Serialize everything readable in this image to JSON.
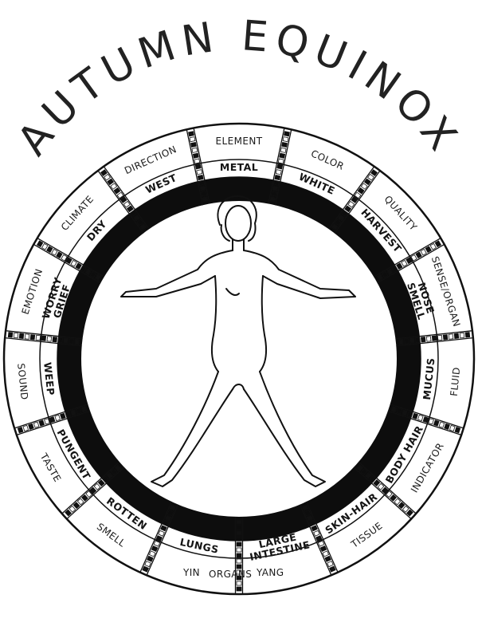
{
  "title": "AUTUMN EQUINOX",
  "center_labels": [
    "YIN",
    "ORGANS",
    "YANG"
  ],
  "segments": [
    {
      "label": "ELEMENT",
      "value": "METAL"
    },
    {
      "label": "COLOR",
      "value": "WHITE"
    },
    {
      "label": "QUALITY",
      "value": "HARVEST"
    },
    {
      "label": "SENSE/ORGAN",
      "value": [
        "NOSE",
        "SMELL"
      ]
    },
    {
      "label": "FLUID",
      "value": "MUCUS"
    },
    {
      "label": "INDICATOR",
      "value": "BODY HAIR"
    },
    {
      "label": "TISSUE",
      "value": "SKIN-HAIR"
    },
    {
      "label": "",
      "value": [
        "LARGE",
        "INTESTINE"
      ]
    },
    {
      "label": "",
      "value": "LUNGS"
    },
    {
      "label": "SMELL",
      "value": "ROTTEN"
    },
    {
      "label": "TASTE",
      "value": "PUNGENT"
    },
    {
      "label": "SOUND",
      "value": "WEEP"
    },
    {
      "label": "EMOTION",
      "value": [
        "WORRY",
        "GRIEF"
      ]
    },
    {
      "label": "CLIMATE",
      "value": "DRY"
    },
    {
      "label": "DIRECTION",
      "value": "WEST"
    }
  ],
  "colors": {
    "ink": "#111111",
    "band": "#0d0d0d",
    "paper": "#ffffff"
  }
}
